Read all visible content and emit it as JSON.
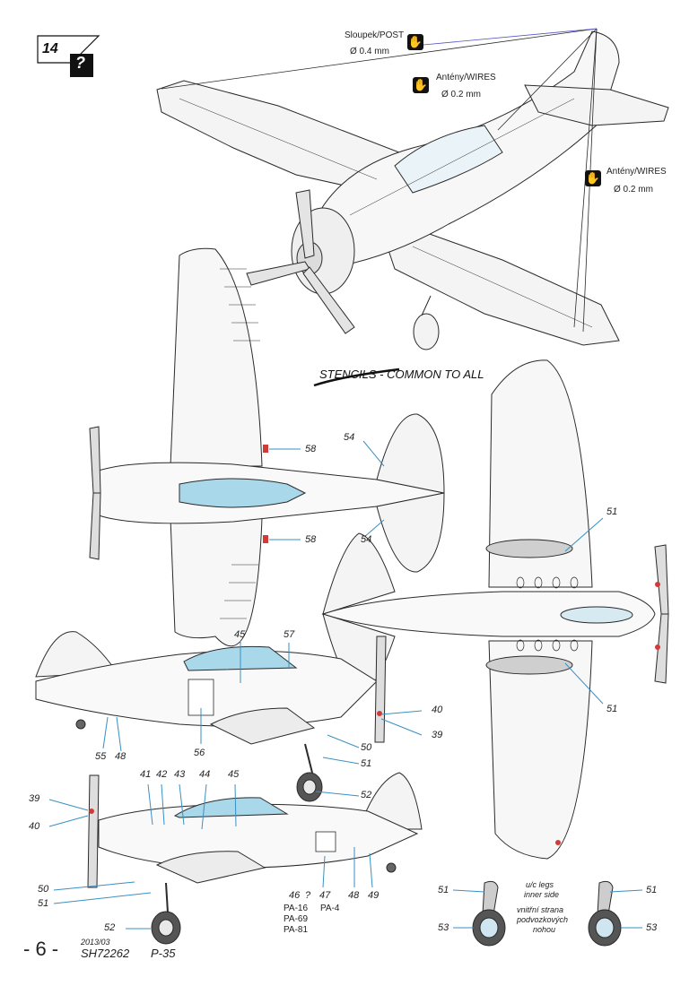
{
  "header": {
    "page_number_badge": "14",
    "unknown_badge": "?"
  },
  "callouts": {
    "post": {
      "label": "Sloupek/POST",
      "dia": "Ø 0.4 mm",
      "icon": "hand-icon"
    },
    "wires1": {
      "label": "Antény/WIRES",
      "dia": "Ø 0.2 mm",
      "icon": "hand-icon"
    },
    "wires2": {
      "label": "Antény/WIRES",
      "dia": "Ø 0.2 mm",
      "icon": "hand-icon"
    }
  },
  "stencils_title": "STENCILS - COMMON TO ALL",
  "markers": {
    "m58a": "58",
    "m58b": "58",
    "m54a": "54",
    "m54b": "54",
    "m51a": "51",
    "m51b": "51",
    "s45": "45",
    "s57": "57",
    "s40": "40",
    "s39": "39",
    "s55": "55",
    "s48": "48",
    "s56": "56",
    "s50": "50",
    "s51": "51",
    "s52": "52",
    "p41": "41",
    "p42": "42",
    "p43": "43",
    "p44": "44",
    "p45": "45",
    "p39": "39",
    "p40": "40",
    "p50": "50",
    "p51": "51",
    "p52": "52",
    "p46": "46",
    "pq": "?",
    "p47": "47",
    "p48": "48",
    "p49": "49",
    "l51": "51",
    "l53": "53",
    "r51": "51",
    "r53": "53"
  },
  "variants": {
    "v46": [
      "PA-16",
      "PA-69",
      "PA-81"
    ],
    "v47": "PA-4"
  },
  "uc_note": {
    "en1": "u/c legs",
    "en2": "inner side",
    "cz1": "vnitřní strana",
    "cz2": "podvozkových",
    "cz3": "nohou"
  },
  "footer": {
    "page": "- 6 -",
    "date": "2013/03",
    "code": "SH72262",
    "model": "P-35"
  },
  "colors": {
    "line": "#2a2a2a",
    "leader": "#3a8fc4",
    "canopy": "#a9d8ea",
    "red": "#d23a3a",
    "gray": "#c9c9c9"
  }
}
